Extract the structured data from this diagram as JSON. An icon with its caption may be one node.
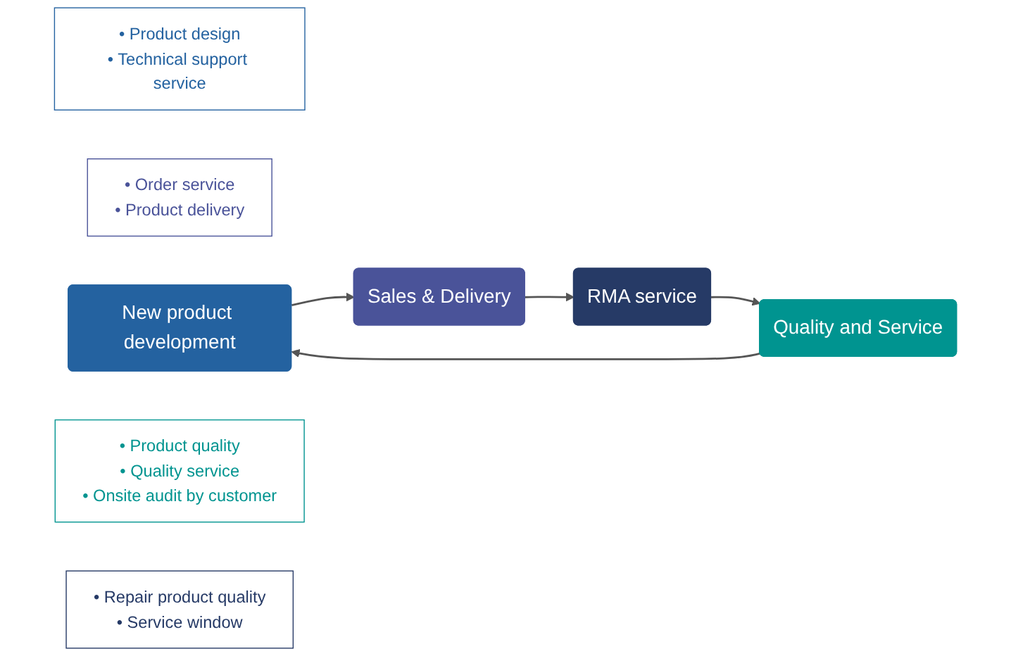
{
  "diagram": {
    "nodes": [
      {
        "text": [
          "• Product design",
          "• Technical support service"
        ]
      },
      {
        "text": [
          "• Order service",
          "• Product delivery"
        ]
      },
      {
        "text": [
          "New product development"
        ]
      },
      {
        "text": [
          "Sales & Delivery"
        ]
      },
      {
        "text": [
          "Quality and Service"
        ]
      },
      {
        "text": [
          "RMA service"
        ]
      },
      {
        "text": [
          "• Product quality",
          "• Quality service",
          "• Onsite audit by customer"
        ]
      },
      {
        "text": [
          "• Repair product quality",
          "• Service window"
        ]
      }
    ],
    "edges": [
      {
        "from": 2,
        "to": 3,
        "arrow": "to"
      },
      {
        "from": 3,
        "to": 5,
        "arrow": "to"
      },
      {
        "from": 5,
        "to": 4,
        "arrow": "to"
      },
      {
        "from": 4,
        "to": 2,
        "arrow": "to"
      }
    ]
  }
}
